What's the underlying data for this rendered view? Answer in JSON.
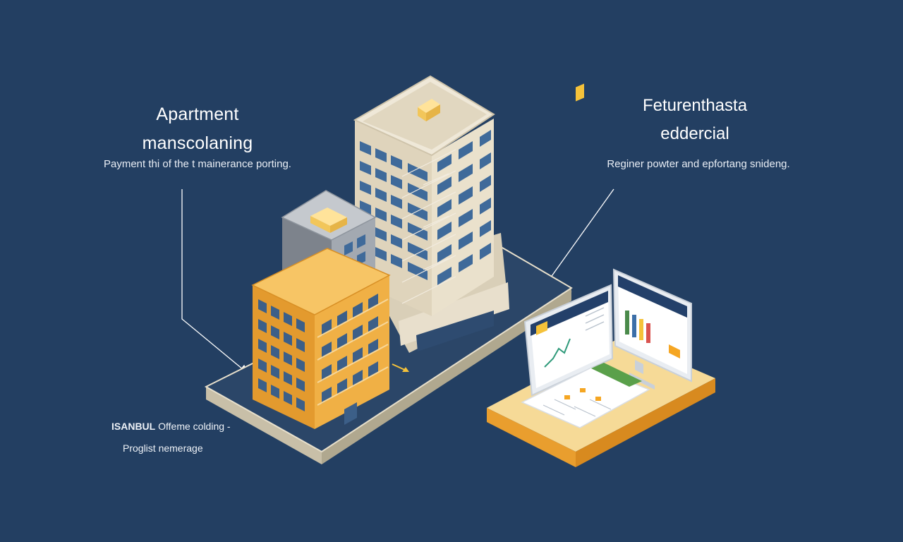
{
  "left_panel": {
    "title_line1": "Apartment",
    "title_line2": "manscolaning",
    "subtitle": "Payment thi of the t mainerance porting."
  },
  "right_panel": {
    "title_line1": "Feturenthasta",
    "title_line2": "eddercial",
    "subtitle": "Reginer powter and epfortang snideng."
  },
  "bottom_caption": {
    "strong": "ISANBUL",
    "line1_rest": "Offeme colding -",
    "line2": "Proglist nemerage"
  },
  "colors": {
    "background": "#233f62",
    "orange_building": "#e9a23a",
    "tower_cream": "#e6dcc6",
    "platform_cream": "#f5d994",
    "accent_yellow": "#f5c23a"
  }
}
